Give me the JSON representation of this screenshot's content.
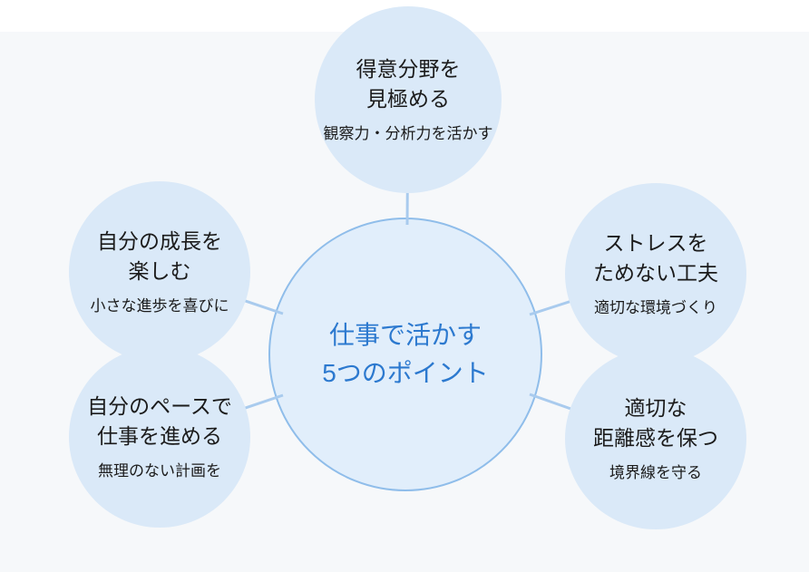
{
  "diagram": {
    "center": {
      "title": "仕事で活かす\n5つのポイント"
    },
    "nodes": [
      {
        "position": "top",
        "title": "得意分野を\n見極める",
        "subtitle": "観察力・分析力を活かす"
      },
      {
        "position": "left-upper",
        "title": "自分の成長を\n楽しむ",
        "subtitle": "小さな進歩を喜びに"
      },
      {
        "position": "left-lower",
        "title": "自分のペースで\n仕事を進める",
        "subtitle": "無理のない計画を"
      },
      {
        "position": "right-upper",
        "title": "ストレスを\nためない工夫",
        "subtitle": "適切な環境づくり"
      },
      {
        "position": "right-lower",
        "title": "適切な\n距離感を保つ",
        "subtitle": "境界線を守る"
      }
    ],
    "colors": {
      "bg": "#f6f8fa",
      "strip": "#ffffff",
      "node-fill": "#dae9f8",
      "center-fill": "#e1eefb",
      "center-border": "#8fbdea",
      "connector": "#a9cbee",
      "center-text": "#2c79cf",
      "node-text": "#1b1b1b"
    }
  }
}
